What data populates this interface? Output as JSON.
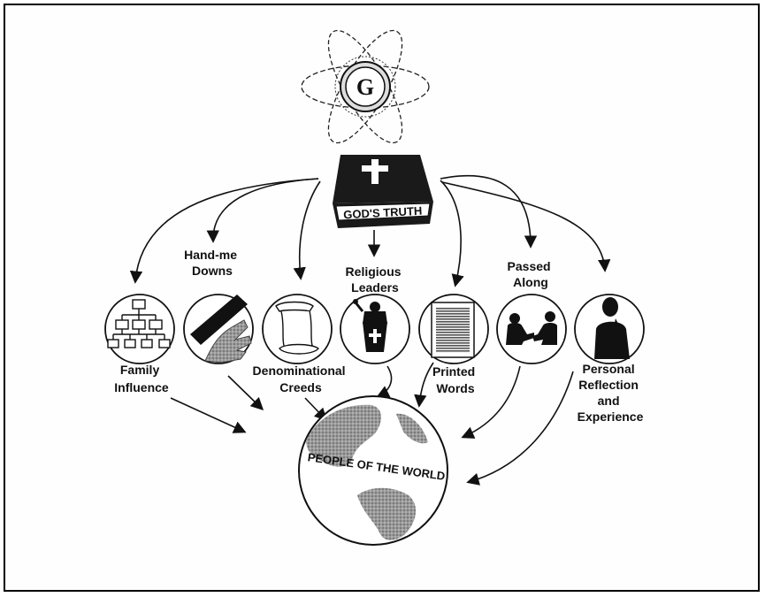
{
  "colors": {
    "ink": "#111111",
    "paper": "#fefefe",
    "land": "#8a8a8a",
    "book": "#1a1a1a"
  },
  "emblem": {
    "letter": "G",
    "icon": "atom-emblem-icon"
  },
  "book": {
    "title": "GOD'S TRUTH",
    "icon": "bible-icon"
  },
  "globe": {
    "title": "PEOPLE OF THE WORLD",
    "icon": "globe-icon"
  },
  "sources": [
    {
      "key": "family",
      "icon": "family-tree-icon",
      "label_lines": [
        "Family",
        "Influence"
      ]
    },
    {
      "key": "handme",
      "icon": "hand-with-book-icon",
      "label_lines": [
        "Hand-me",
        "Downs"
      ]
    },
    {
      "key": "creeds",
      "icon": "scroll-icon",
      "label_lines": [
        "Denominational",
        "Creeds"
      ]
    },
    {
      "key": "leaders",
      "icon": "preacher-pulpit-icon",
      "label_lines": [
        "Religious",
        "Leaders"
      ]
    },
    {
      "key": "printed",
      "icon": "printed-page-icon",
      "label_lines": [
        "Printed",
        "Words"
      ]
    },
    {
      "key": "passed",
      "icon": "two-people-talking-icon",
      "label_lines": [
        "Passed",
        "Along"
      ]
    },
    {
      "key": "personal",
      "icon": "thinking-person-icon",
      "label_lines": [
        "Personal",
        "Reflection",
        "and",
        "Experience"
      ]
    }
  ]
}
